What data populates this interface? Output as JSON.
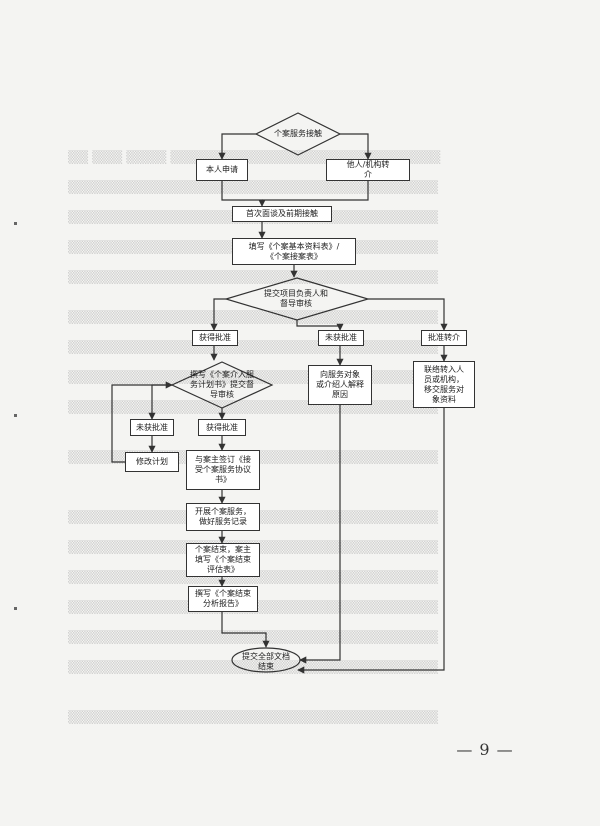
{
  "flowchart": {
    "start": "个案服务接触",
    "self_apply": "本人申请",
    "referral": "他人/机构转\n介",
    "first_interview": "首次面谈及前期接触",
    "fill_forms": "填写《个案基本资料表》/\n《个案接案表》",
    "supervisor_review": "提交项目负责人和\n督导审核",
    "approved_1": "获得批准",
    "not_approved_1": "未获批准",
    "approve_transfer": "批准转介",
    "write_plan": "撰写《个案介入服\n务计划书》提交督\n导审核",
    "explain_to_client": "向服务对象\n或介绍人解释\n原因",
    "contact_transfer": "联络转入人\n员或机构，\n移交服务对\n象资料",
    "not_approved_2": "未获批准",
    "approved_2": "获得批准",
    "revise_plan": "修改计划",
    "sign_agreement": "与案主签订《接\n受个案服务协议\n书》",
    "carry_out_service": "开展个案服务，\n做好服务记录",
    "case_closed_eval": "个案结束，案主\n填写《个案结束\n评估表》",
    "write_report": "撰写《个案结束\n分析报告》",
    "end": "提交全部文档\n结束"
  },
  "page_number": "— 9 —"
}
